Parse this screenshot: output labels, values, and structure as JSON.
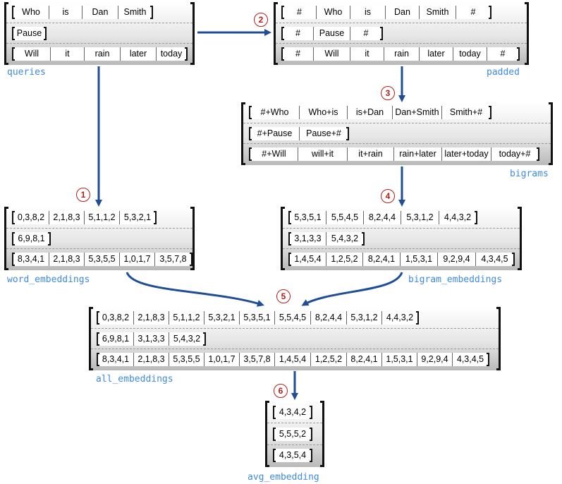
{
  "steps": [
    "1",
    "2",
    "3",
    "4",
    "5",
    "6"
  ],
  "labels": {
    "queries": "queries",
    "padded": "padded",
    "bigrams": "bigrams",
    "word_embeddings": "word_embeddings",
    "bigram_embeddings": "bigram_embeddings",
    "all_embeddings": "all_embeddings",
    "avg_embedding": "avg_embedding"
  },
  "queries": [
    [
      "Who",
      "is",
      "Dan",
      "Smith"
    ],
    [
      "Pause"
    ],
    [
      "Will",
      "it",
      "rain",
      "later",
      "today"
    ]
  ],
  "padded": [
    [
      "#",
      "Who",
      "is",
      "Dan",
      "Smith",
      "#"
    ],
    [
      "#",
      "Pause",
      "#"
    ],
    [
      "#",
      "Will",
      "it",
      "rain",
      "later",
      "today",
      "#"
    ]
  ],
  "bigrams": [
    [
      "#+Who",
      "Who+is",
      "is+Dan",
      "Dan+Smith",
      "Smith+#"
    ],
    [
      "#+Pause",
      "Pause+#"
    ],
    [
      "#+Will",
      "will+it",
      "it+rain",
      "rain+later",
      "later+today",
      "today+#"
    ]
  ],
  "word_embeddings": [
    [
      "0,3,8,2",
      "2,1,8,3",
      "5,1,1,2",
      "5,3,2,1"
    ],
    [
      "6,9,8,1"
    ],
    [
      "8,3,4,1",
      "2,1,8,3",
      "5,3,5,5",
      "1,0,1,7",
      "3,5,7,8"
    ]
  ],
  "bigram_embeddings": [
    [
      "5,3,5,1",
      "5,5,4,5",
      "8,2,4,4",
      "5,3,1,2",
      "4,4,3,2"
    ],
    [
      "3,1,3,3",
      "5,4,3,2"
    ],
    [
      "1,4,5,4",
      "1,2,5,2",
      "8,2,4,1",
      "1,5,3,1",
      "9,2,9,4",
      "4,3,4,5"
    ]
  ],
  "all_embeddings": [
    [
      "0,3,8,2",
      "2,1,8,3",
      "5,1,1,2",
      "5,3,2,1",
      "5,3,5,1",
      "5,5,4,5",
      "8,2,4,4",
      "5,3,1,2",
      "4,4,3,2"
    ],
    [
      "6,9,8,1",
      "3,1,3,3",
      "5,4,3,2"
    ],
    [
      "8,3,4,1",
      "2,1,8,3",
      "5,3,5,5",
      "1,0,1,7",
      "3,5,7,8",
      "1,4,5,4",
      "1,2,5,2",
      "8,2,4,1",
      "1,5,3,1",
      "9,2,9,4",
      "4,3,4,5"
    ]
  ],
  "avg_embedding": [
    [
      "4,3,4,2"
    ],
    [
      "5,5,5,2"
    ],
    [
      "4,3,5,4"
    ]
  ],
  "colors": {
    "arrow": "#1f4e96",
    "label": "#3d8be0",
    "step": "#b1201a"
  }
}
